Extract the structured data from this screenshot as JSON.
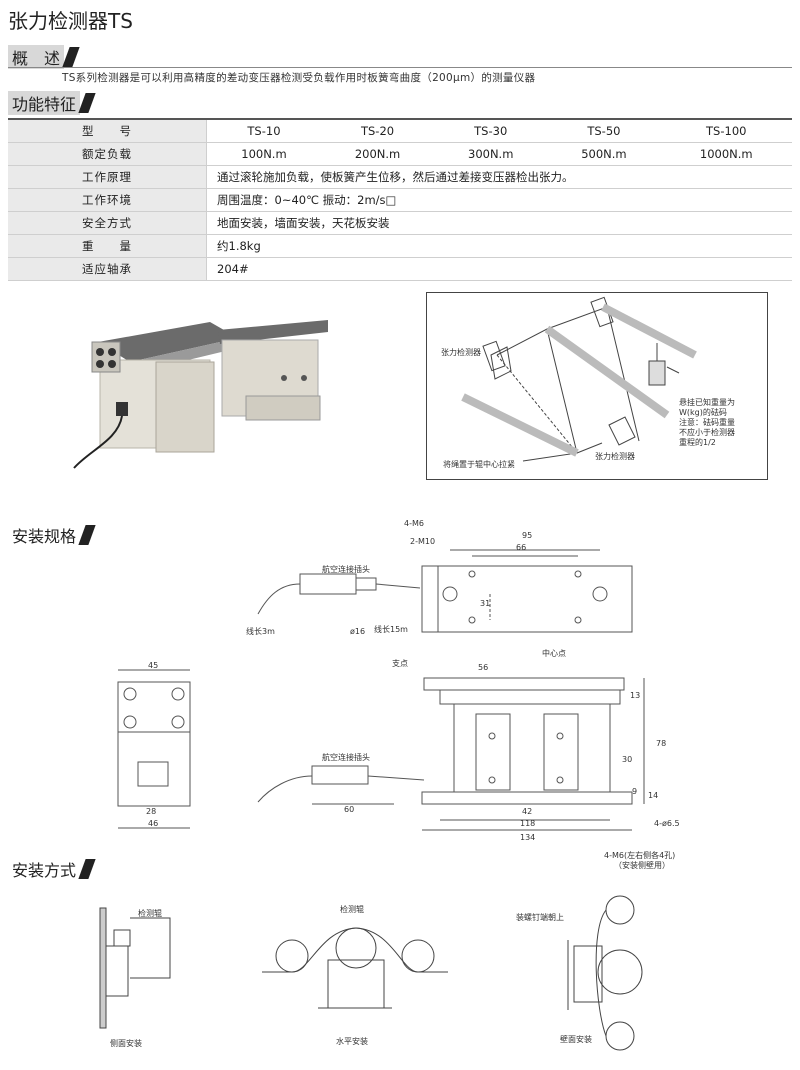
{
  "title": "张力检测器TS",
  "sections": {
    "overview_label": "概　述",
    "features_label": "功能特征",
    "install_spec_label": "安装规格",
    "install_method_label": "安装方式"
  },
  "overview_text": "TS系列检测器是可以利用高精度的差动变压器检测受负载作用时板簧弯曲度（200μm）的测量仪器",
  "spec": {
    "model_label": "型　　号",
    "models": [
      "TS-10",
      "TS-20",
      "TS-30",
      "TS-50",
      "TS-100"
    ],
    "load_label": "额定负载",
    "loads": [
      "100N.m",
      "200N.m",
      "300N.m",
      "500N.m",
      "1000N.m"
    ],
    "rows": [
      {
        "label": "工作原理",
        "value": "通过滚轮施加负载，使板簧产生位移，然后通过差接变压器检出张力。"
      },
      {
        "label": "工作环境",
        "value": "周围温度：0~40℃  振动：2m/s□"
      },
      {
        "label": "安全方式",
        "value": "地面安装，墙面安装，天花板安装"
      },
      {
        "label": "重　　量",
        "value": "约1.8kg"
      },
      {
        "label": "适应轴承",
        "value": "204#"
      }
    ]
  },
  "schematic": {
    "detector_top": "张力检测器",
    "detector_bottom": "张力检测器",
    "rope_note": "将绳置于辊中心拉紧",
    "weight_note": [
      "悬挂已知重量为",
      "W(kg)的砝码",
      "注意：砝码重量",
      "不应小于检测器",
      "重程的1/2"
    ]
  },
  "dims": {
    "top_view": {
      "d1": "4-M6",
      "d2": "2-M10",
      "w95": "95",
      "w66": "66",
      "h31": "31"
    },
    "cable": {
      "plug": "航空连接插头",
      "len3": "线长3m",
      "len15": "线长15m",
      "dia": "ø16"
    },
    "side_view": {
      "w45": "45",
      "w28": "28",
      "w46": "46"
    },
    "front_view": {
      "support": "支点",
      "center": "中心点",
      "w56": "56",
      "h13": "13",
      "h78": "78",
      "h30": "30",
      "h14": "14",
      "h9": "9",
      "w60": "60",
      "w42": "42",
      "w118": "118",
      "w134": "134",
      "holes": "4-ø6.5",
      "m6_note": "4-M6(左右侧各4孔)",
      "m6_note2": "（安装侧壁用）",
      "plug": "航空连接插头"
    }
  },
  "install": {
    "side_roll": "检测辊",
    "side_caption": "侧面安装",
    "horiz_roll": "检测辊",
    "horiz_caption": "水平安装",
    "wall_note": "装螺钉端朝上",
    "wall_caption": "壁面安装"
  }
}
